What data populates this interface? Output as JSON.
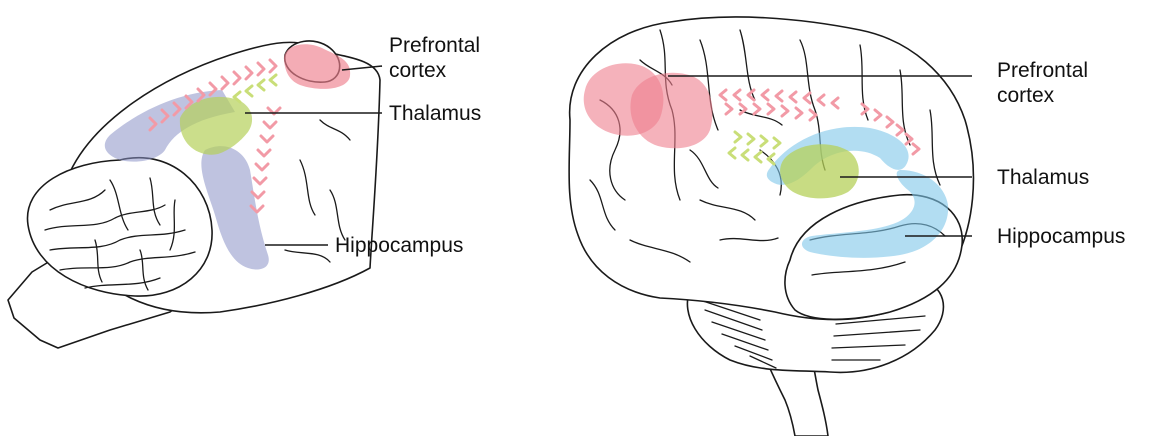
{
  "colors": {
    "prefrontal": "#ee7f8e",
    "thalamus": "#b5d05a",
    "hippocampus_rodent": "#8a91c6",
    "hippocampus_human": "#7fc6ea",
    "prefrontal_arrows": "#f29aa6",
    "thalamus_arrows": "#c9de78"
  },
  "rodent_labels": {
    "prefrontal_line1": "Prefrontal",
    "prefrontal_line2": "cortex",
    "thalamus": "Thalamus",
    "hippocampus": "Hippocampus"
  },
  "human_labels": {
    "prefrontal_line1": "Prefrontal",
    "prefrontal_line2": "cortex",
    "thalamus": "Thalamus",
    "hippocampus": "Hippocampus"
  }
}
